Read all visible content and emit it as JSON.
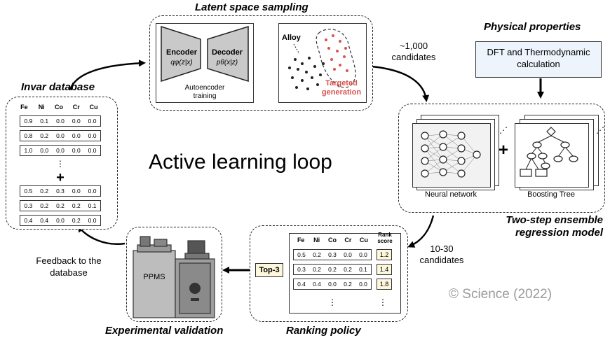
{
  "main_title": "Active learning loop",
  "latent": {
    "title": "Latent space sampling",
    "encoder": "Encoder",
    "encoder_formula": "qφ(z|x)",
    "decoder": "Decoder",
    "decoder_formula": "pθ(x|z)",
    "ae_caption": "Autoencoder training",
    "alloy": "Alloy",
    "targeted": "Targeted generation"
  },
  "physical": {
    "title": "Physical properties",
    "box_text": "DFT and Thermodynamic calculation"
  },
  "flow": {
    "n_candidates_1": "~1,000 candidates",
    "n_candidates_2": "10-30 candidates",
    "feedback": "Feedback to the database",
    "top3": "Top-3",
    "plus": "+"
  },
  "ensemble": {
    "title": "Two-step ensemble regression model",
    "nn_label": "Neural network",
    "bt_label": "Boosting Tree",
    "plus": "+"
  },
  "invar_db": {
    "title": "Invar database",
    "columns": [
      "Fe",
      "Ni",
      "Co",
      "Cr",
      "Cu"
    ],
    "rows_top": [
      [
        "0.9",
        "0.1",
        "0.0",
        "0.0",
        "0.0"
      ],
      [
        "0.8",
        "0.2",
        "0.0",
        "0.0",
        "0.0"
      ],
      [
        "1.0",
        "0.0",
        "0.0",
        "0.0",
        "0.0"
      ]
    ],
    "rows_bottom": [
      [
        "0.5",
        "0.2",
        "0.3",
        "0.0",
        "0.0"
      ],
      [
        "0.3",
        "0.2",
        "0.2",
        "0.2",
        "0.1"
      ],
      [
        "0.4",
        "0.4",
        "0.0",
        "0.2",
        "0.0"
      ]
    ],
    "ellipsis": "⋮",
    "plus": "+"
  },
  "ranking": {
    "title": "Ranking policy",
    "columns": [
      "Fe",
      "Ni",
      "Co",
      "Cr",
      "Cu"
    ],
    "score_header": "Rank score",
    "rows": [
      {
        "values": [
          "0.5",
          "0.2",
          "0.3",
          "0.0",
          "0.0"
        ],
        "score": "1.2"
      },
      {
        "values": [
          "0.3",
          "0.2",
          "0.2",
          "0.2",
          "0.1"
        ],
        "score": "1.4"
      },
      {
        "values": [
          "0.4",
          "0.4",
          "0.0",
          "0.2",
          "0.0"
        ],
        "score": "1.8"
      }
    ],
    "ellipsis": "⋮"
  },
  "experimental": {
    "title": "Experimental validation",
    "device_label": "PPMS"
  },
  "copyright": "© Science (2022)",
  "colors": {
    "red": "#d9534f",
    "box_blue": "#eef4fb",
    "score_bg": "#fdf7dd",
    "top3_bg": "#fdf7dd"
  }
}
